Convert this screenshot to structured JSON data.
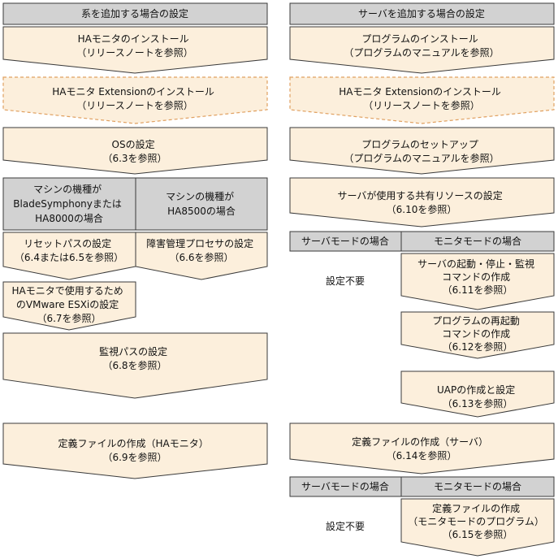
{
  "left": {
    "header": "系を追加する場合の設定",
    "steps": {
      "ha_install": [
        "HAモニタのインストール",
        "（リリースノートを参照）"
      ],
      "ext_install": [
        "HAモニタ Extensionのインストール",
        "（リリースノートを参照）"
      ],
      "os": [
        "OSの設定",
        "（6.3を参照）"
      ]
    },
    "machine": {
      "blade_header": [
        "マシンの機種が",
        "BladeSymphonyまたは",
        "HA8000の場合"
      ],
      "ha8500_header": [
        "マシンの機種が",
        "HA8500の場合"
      ],
      "reset_path": [
        "リセットパスの設定",
        "（6.4または6.5を参照）"
      ],
      "fault_processor": [
        "障害管理プロセサの設定",
        "（6.6を参照）"
      ],
      "vmware": [
        "HAモニタで使用するため",
        "のVMware ESXiの設定",
        "（6.7を参照）"
      ]
    },
    "monitor_path": [
      "監視パスの設定",
      "（6.8を参照）"
    ],
    "def_file": [
      "定義ファイルの作成（HAモニタ）",
      "（6.9を参照）"
    ]
  },
  "right": {
    "header": "サーバを追加する場合の設定",
    "steps": {
      "prog_install": [
        "プログラムのインストール",
        "（プログラムのマニュアルを参照）"
      ],
      "ext_install": [
        "HAモニタ Extensionのインストール",
        "（リリースノートを参照）"
      ],
      "prog_setup": [
        "プログラムのセットアップ",
        "（プログラムのマニュアルを参照）"
      ],
      "shared_resource": [
        "サーバが使用する共有リソースの設定",
        "（6.10を参照）"
      ]
    },
    "mode1": {
      "server_mode": "サーバモードの場合",
      "monitor_mode": "モニタモードの場合",
      "not_needed": "設定不要",
      "start_stop": [
        "サーバの起動・停止・監視",
        "コマンドの作成",
        "（6.11を参照）"
      ],
      "restart": [
        "プログラムの再起動",
        "コマンドの作成",
        "（6.12を参照）"
      ],
      "uap": [
        "UAPの作成と設定",
        "（6.13を参照）"
      ]
    },
    "def_file": [
      "定義ファイルの作成（サーバ）",
      "（6.14を参照）"
    ],
    "mode2": {
      "server_mode": "サーバモードの場合",
      "monitor_mode": "モニタモードの場合",
      "not_needed": "設定不要",
      "monitor_def": [
        "定義ファイルの作成",
        "（モニタモードのプログラム）",
        "（6.15を参照）"
      ]
    }
  }
}
